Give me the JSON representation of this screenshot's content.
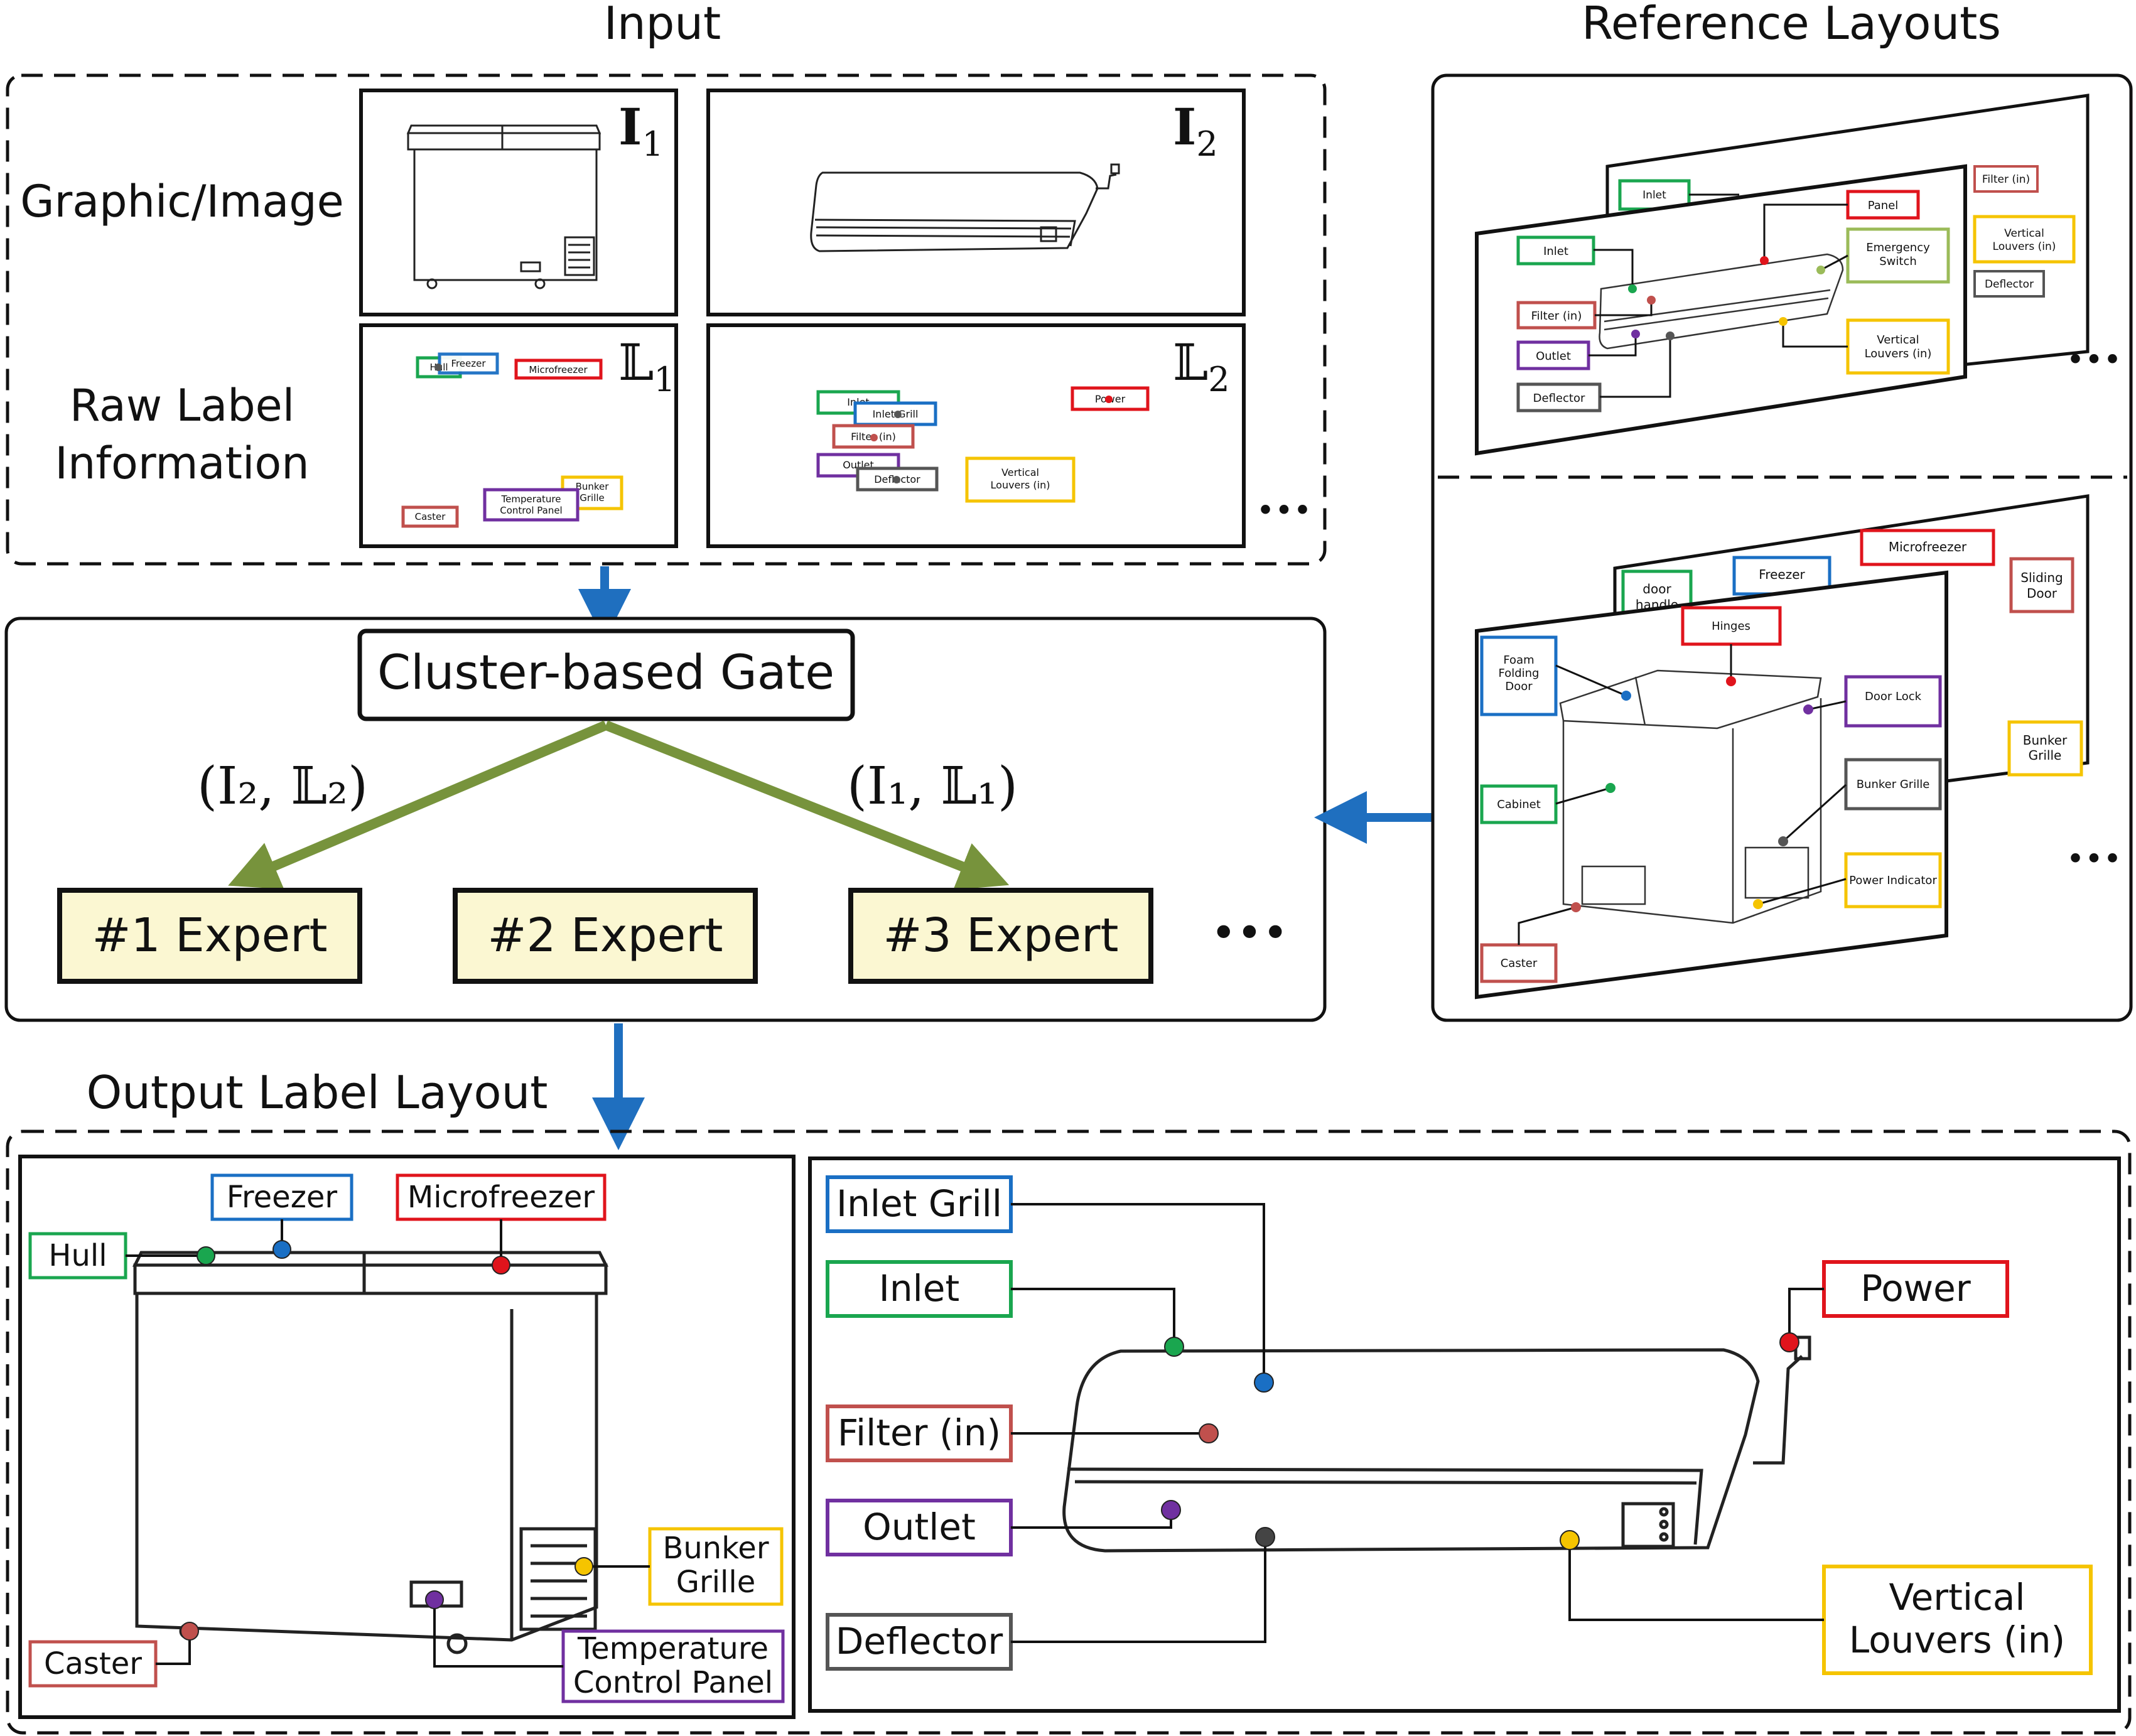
{
  "titles": {
    "input": "Input",
    "reference": "Reference Layouts",
    "output": "Output Label Layout"
  },
  "input": {
    "row_graphic": "Graphic/Image",
    "row_raw_line1": "Raw Label",
    "row_raw_line2": "Information",
    "img1_label": "I",
    "img1_sub": "1",
    "img2_label": "I",
    "img2_sub": "2",
    "lab1_label": "𝕃",
    "lab1_sub": "1",
    "lab2_label": "𝕃",
    "lab2_sub": "2",
    "raw1": {
      "hull": "Hull",
      "freezer": "Freezer",
      "microfreezer": "Microfreezer",
      "bunker_1": "Bunker",
      "bunker_2": "Grille",
      "temp_1": "Temperature",
      "temp_2": "Control Panel",
      "caster": "Caster"
    },
    "raw2": {
      "inlet": "Inlet",
      "inlet_grill": "Inlet Grill",
      "filter": "Filter (in)",
      "outlet": "Outlet",
      "deflector": "Deflector",
      "power": "Power",
      "vertical_1": "Vertical",
      "vertical_2": "Louvers (in)"
    },
    "ellipsis": "•••"
  },
  "gate": {
    "title": "Cluster-based Gate",
    "pair_left": "(I₂, 𝕃₂)",
    "pair_right": "(I₁, 𝕃₁)",
    "experts": [
      "#1 Expert",
      "#2 Expert",
      "#3 Expert"
    ],
    "ellipsis": "•••"
  },
  "reference": {
    "ac_front": {
      "inlet": "Inlet",
      "filter": "Filter (in)",
      "outlet": "Outlet",
      "deflector": "Deflector",
      "panel": "Panel",
      "emergency_1": "Emergency",
      "emergency_2": "Switch",
      "vertical_1": "Vertical",
      "vertical_2": "Louvers (in)"
    },
    "ac_back": {
      "inlet": "Inlet",
      "filter": "Filter (in)",
      "vertical_1": "Vertical",
      "vertical_2": "Louvers (in)",
      "deflector": "Deflector"
    },
    "fr_front": {
      "foam_1": "Foam",
      "foam_2": "Folding",
      "foam_3": "Door",
      "cabinet": "Cabinet",
      "caster": "Caster",
      "hinges": "Hinges",
      "door_lock": "Door Lock",
      "bunker": "Bunker Grille",
      "power": "Power Indicator"
    },
    "fr_back": {
      "door_1": "door",
      "door_2": "handle",
      "freezer": "Freezer",
      "microfreezer": "Microfreezer",
      "sliding_1": "Sliding",
      "sliding_2": "Door",
      "bunker_1": "Bunker",
      "bunker_2": "Grille"
    },
    "ellipsis": "•••"
  },
  "output": {
    "left": {
      "freezer": "Freezer",
      "microfreezer": "Microfreezer",
      "hull": "Hull",
      "bunker_1": "Bunker",
      "bunker_2": "Grille",
      "temp_1": "Temperature",
      "temp_2": "Control Panel",
      "caster": "Caster"
    },
    "right": {
      "inlet_grill": "Inlet Grill",
      "inlet": "Inlet",
      "filter": "Filter (in)",
      "outlet": "Outlet",
      "deflector": "Deflector",
      "power": "Power",
      "vertical_1": "Vertical",
      "vertical_2": "Louvers (in)"
    }
  },
  "colors": {
    "green": "#1aa64f",
    "blue": "#1a6fc4",
    "red": "#e0141c",
    "brown": "#c0504d",
    "purple": "#7030a0",
    "gray": "#555555",
    "yellow": "#f5c400",
    "olive": "#77933c",
    "expert_fill": "#fbf7d2",
    "arrow_blue": "#1f6fbf"
  }
}
